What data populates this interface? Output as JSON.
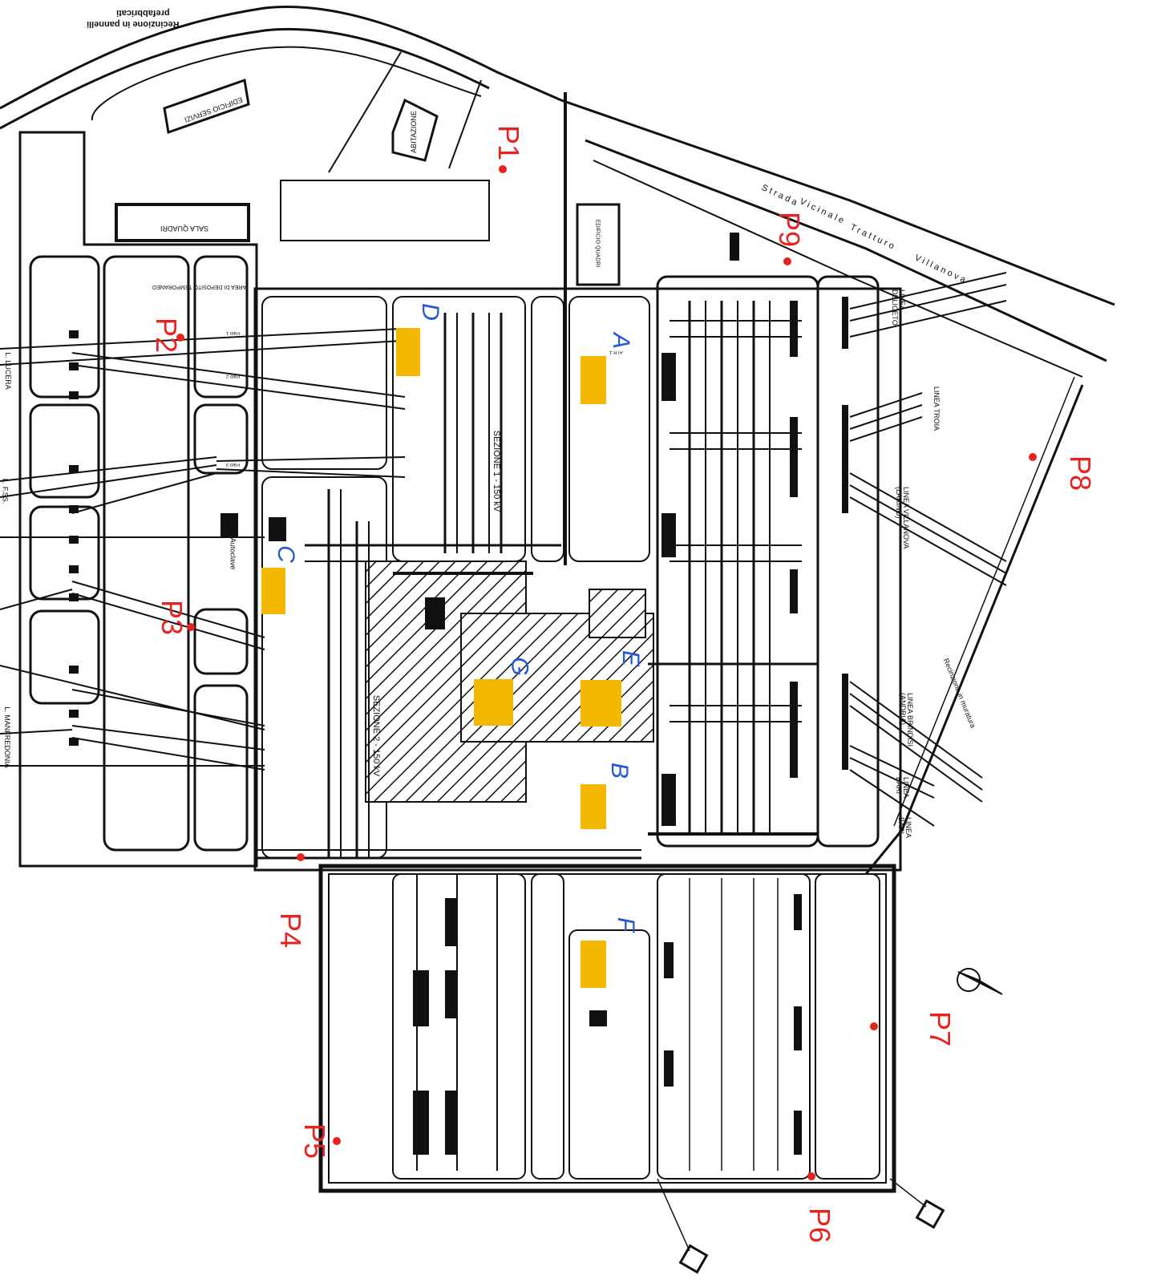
{
  "colors": {
    "ink": "#111111",
    "points": "#e8231f",
    "zones": "#2457d6",
    "equipment": "#f5b800"
  },
  "header_note": [
    "Recinzione in pannelli",
    "prefabbricati"
  ],
  "buildings": {
    "servizi": "EDIFICIO SERVIZI",
    "abitazione": "ABITAZIONE",
    "sala_quadri": "SALA QUADRI",
    "quadri": "EDIFICIO QUADRI",
    "deposito": "AREA DI DEPOSITO TEMPORANEO"
  },
  "road": [
    "Strada",
    "Vicinale",
    "Tratturo",
    "Villanova"
  ],
  "sections": {
    "s1": "SEZIONE 1 - 150 kV",
    "s2": "SEZIONE 2 - 150 kV"
  },
  "lines_right": [
    {
      "id": "deliceto",
      "text": "LINEA DELICETO"
    },
    {
      "id": "troia",
      "text": "LINEA TROIA"
    },
    {
      "id": "villanova",
      "text": "LINEA VILLANOVA (LARINO)"
    },
    {
      "id": "brindisi",
      "text": "LINEA BRINDISI (ANDRIA)"
    },
    {
      "id": "bari1",
      "text": "LINEA BARI"
    },
    {
      "id": "bari2",
      "text": "LINEA BARI"
    }
  ],
  "lines_left": [
    {
      "id": "lucera",
      "text": "L. LUCERA"
    },
    {
      "id": "fss",
      "text": "L. F.SS."
    },
    {
      "id": "manfredonia",
      "text": "L. MANFREDONIA"
    }
  ],
  "misc": {
    "autoclave": "Autoclave",
    "recinzione": "Recinzione in muratura",
    "palo1": "Palo 1",
    "palo2": "Palo 2",
    "palo3": "Palo 3",
    "atr": "ATR 1"
  },
  "points": [
    {
      "id": "P1",
      "label": "P1"
    },
    {
      "id": "P2",
      "label": "P2"
    },
    {
      "id": "P3",
      "label": "P3"
    },
    {
      "id": "P4",
      "label": "P4"
    },
    {
      "id": "P5",
      "label": "P5"
    },
    {
      "id": "P6",
      "label": "P6"
    },
    {
      "id": "P7",
      "label": "P7"
    },
    {
      "id": "P8",
      "label": "P8"
    },
    {
      "id": "P9",
      "label": "P9"
    }
  ],
  "zones": [
    {
      "id": "A",
      "label": "A"
    },
    {
      "id": "B",
      "label": "B"
    },
    {
      "id": "C",
      "label": "C"
    },
    {
      "id": "D",
      "label": "D"
    },
    {
      "id": "E",
      "label": "E"
    },
    {
      "id": "F",
      "label": "F"
    },
    {
      "id": "G",
      "label": "G"
    }
  ]
}
